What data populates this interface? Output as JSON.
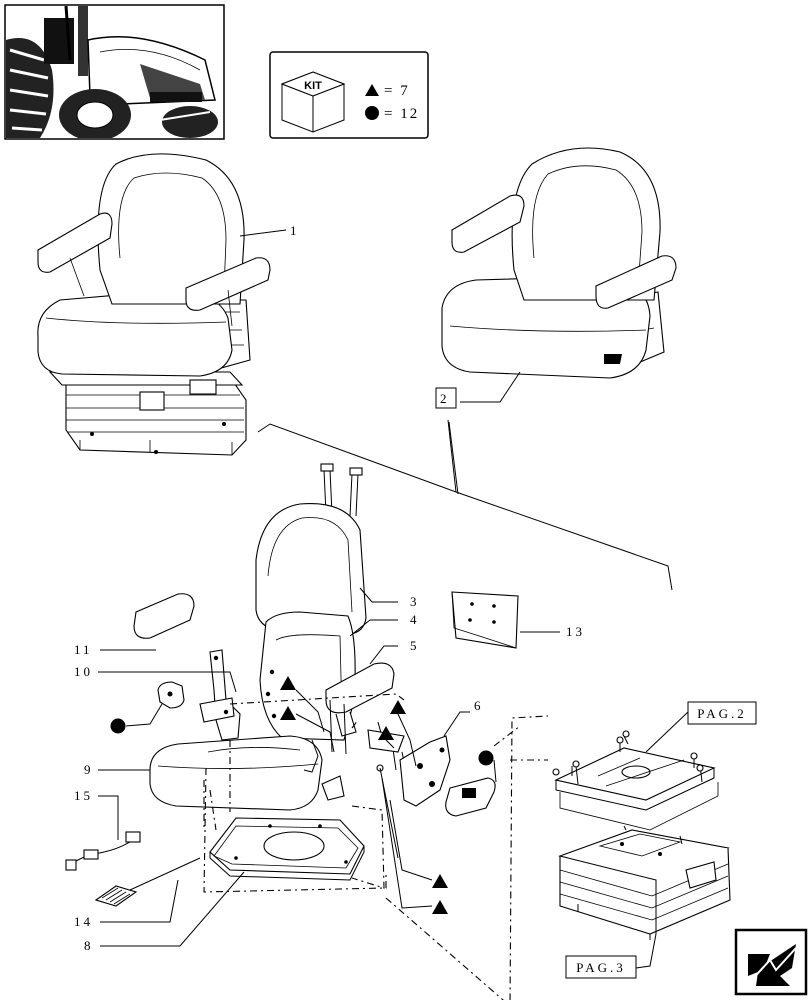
{
  "kit": {
    "label": "KIT",
    "triangle_count": "7",
    "circle_count": "12"
  },
  "page_refs": {
    "pag2": "PAG.2",
    "pag3": "PAG.3"
  },
  "callouts": [
    {
      "id": "1",
      "text": "1"
    },
    {
      "id": "2",
      "text": "2"
    },
    {
      "id": "3",
      "text": "3"
    },
    {
      "id": "4",
      "text": "4"
    },
    {
      "id": "5",
      "text": "5"
    },
    {
      "id": "6",
      "text": "6"
    },
    {
      "id": "8",
      "text": "8"
    },
    {
      "id": "9",
      "text": "9"
    },
    {
      "id": "10",
      "text": "10"
    },
    {
      "id": "11",
      "text": "11"
    },
    {
      "id": "13",
      "text": "13"
    },
    {
      "id": "14",
      "text": "14"
    },
    {
      "id": "15",
      "text": "15"
    }
  ],
  "icons": [
    "tractor-thumbnail-icon",
    "kit-box-icon",
    "triangle-marker-icon",
    "circle-marker-icon",
    "next-page-arrow-icon"
  ]
}
